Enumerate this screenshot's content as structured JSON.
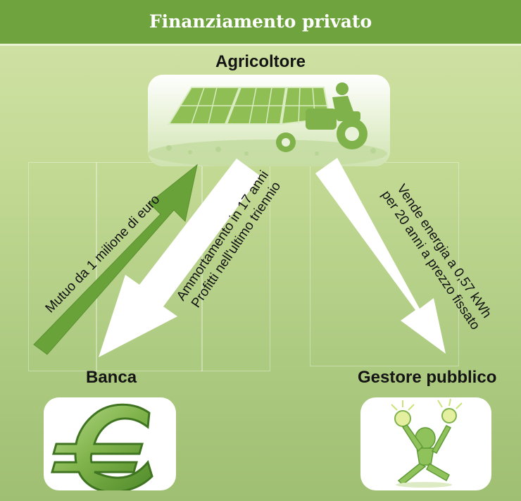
{
  "header": {
    "title": "Finanziamento privato"
  },
  "nodes": {
    "agricoltore": {
      "label": "Agricoltore",
      "icon": "solar-panel-tractor-icon"
    },
    "banca": {
      "label": "Banca",
      "icon": "euro-sign-icon"
    },
    "gestore": {
      "label": "Gestore pubblico",
      "icon": "lightbulb-figure-icon"
    }
  },
  "flows": {
    "mutuo": {
      "text": "Mutuo da 1 milione di euro"
    },
    "ammortamento": {
      "line1": "Ammortamento in 17 anni",
      "line2": "Profitti nell'ultimo triennio"
    },
    "vendita": {
      "line1": "Vende energia a 0,57 kWh",
      "line2": "per 20 anni a prezzo fissato"
    }
  },
  "colors": {
    "header_green": "#6fa33e",
    "arrow_green": "#6aa23a",
    "arrow_white": "#ffffff"
  }
}
